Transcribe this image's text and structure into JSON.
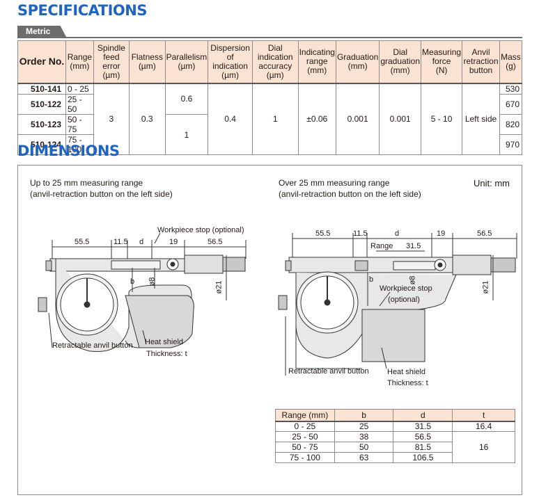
{
  "headings": {
    "specifications": "SPECIFICATIONS",
    "dimensions": "DIMENSIONS"
  },
  "metric_tab": "Metric",
  "spec_table": {
    "headers": {
      "order_no": "Order No.",
      "range_1": "Range",
      "range_2": "(mm)",
      "spindle_1": "Spindle",
      "spindle_2": "feed error",
      "spindle_3": "(µm)",
      "flatness_1": "Flatness",
      "flatness_2": "(µm)",
      "parallelism_1": "Parallelism",
      "parallelism_2": "(µm)",
      "dispersion_1": "Dispersion",
      "dispersion_2": "of indication",
      "dispersion_3": "(µm)",
      "dialacc_1": "Dial indication",
      "dialacc_2": "accuracy",
      "dialacc_3": "(µm)",
      "indrange_1": "Indicating",
      "indrange_2": "range",
      "indrange_3": "(mm)",
      "graduation_1": "Graduation",
      "graduation_2": "(mm)",
      "dialgrad_1": "Dial",
      "dialgrad_2": "graduation",
      "dialgrad_3": "(mm)",
      "force_1": "Measuring",
      "force_2": "force",
      "force_3": "(N)",
      "anvil_1": "Anvil",
      "anvil_2": "retraction",
      "anvil_3": "button",
      "mass_1": "Mass",
      "mass_2": "(g)"
    },
    "rows": [
      {
        "order": "510-141",
        "range": "0 - 25",
        "mass": "530"
      },
      {
        "order": "510-122",
        "range": "25 - 50",
        "mass": "670"
      },
      {
        "order": "510-123",
        "range": "50 - 75",
        "mass": "820"
      },
      {
        "order": "510-124",
        "range": "75 - 100",
        "mass": "970"
      }
    ],
    "shared": {
      "spindle_feed_error": "3",
      "flatness": "0.3",
      "parallelism_a": "0.6",
      "parallelism_b": "1",
      "dispersion": "0.4",
      "dial_accuracy": "1",
      "indicating_range": "±0.06",
      "graduation": "0.001",
      "dial_graduation": "0.001",
      "measuring_force": "5 - 10",
      "anvil_retraction": "Left side"
    }
  },
  "dimensions": {
    "left_title_1": "Up to 25 mm measuring range",
    "left_title_2": "(anvil-retraction button on the left side)",
    "right_title_1": "Over 25 mm measuring range",
    "right_title_2": "(anvil-retraction button on the left side)",
    "unit": "Unit: mm",
    "left_labels": {
      "workpiece_stop": "Workpiece stop (optional)",
      "d55_5": "55.5",
      "d11_5": "11.5",
      "d": "d",
      "d19": "19",
      "d56_5": "56.5",
      "b": "b",
      "phi8": "ø8",
      "phi21": "ø21",
      "retractable": "Retractable anvil button",
      "heat_shield": "Heat shield",
      "thickness": "Thickness: t"
    },
    "right_labels": {
      "d55_5": "55.5",
      "d11_5": "11.5",
      "d": "d",
      "d19": "19",
      "d56_5": "56.5",
      "range": "Range",
      "d31_5": "31.5",
      "b": "b",
      "phi8": "ø8",
      "phi21": "ø21",
      "workpiece_stop_1": "Workpiece stop",
      "workpiece_stop_2": "(optional)",
      "retractable": "Retractable anvil button",
      "heat_shield": "Heat shield",
      "thickness": "Thickness: t"
    },
    "table": {
      "headers": [
        "Range (mm)",
        "b",
        "d",
        "t"
      ],
      "rows": [
        [
          "0 - 25",
          "25",
          "31.5",
          "16.4"
        ],
        [
          "25 - 50",
          "38",
          "56.5",
          ""
        ],
        [
          "50 - 75",
          "50",
          "81.5",
          ""
        ],
        [
          "75 - 100",
          "63",
          "106.5",
          ""
        ]
      ],
      "t_merged": "16"
    }
  },
  "colors": {
    "heading_blue": "#1e64c0",
    "header_fill": "#fbe3d3",
    "tab_gray": "#6d6d6d"
  }
}
